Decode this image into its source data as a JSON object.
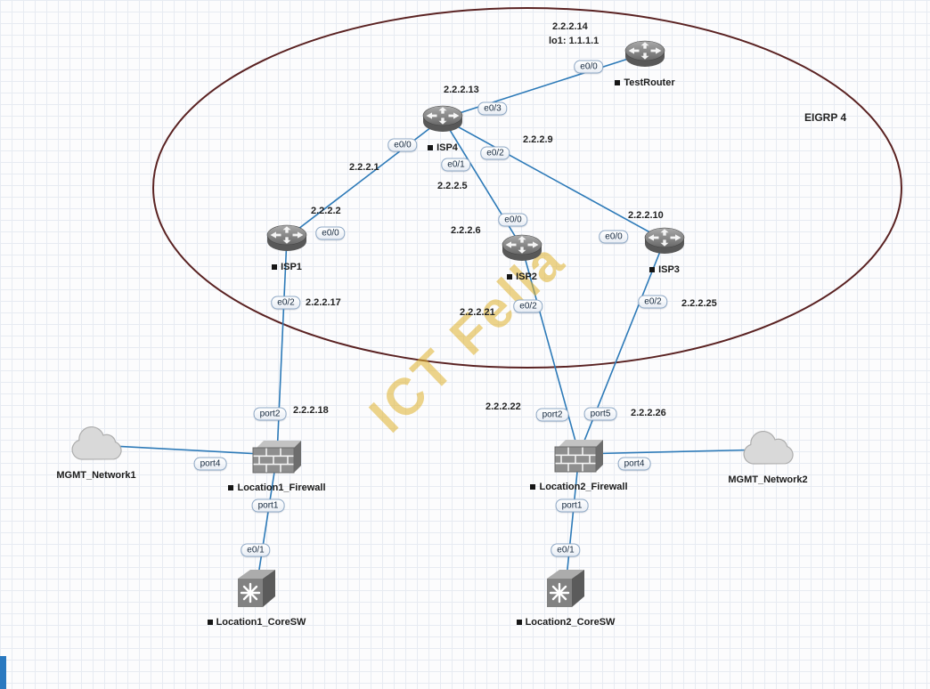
{
  "watermark": {
    "text": "ICT Fella",
    "color": "#dfb22e"
  },
  "zone": {
    "label": "EIGRP 4",
    "ellipse_stroke": "#5a2222"
  },
  "colors": {
    "link": "#2d7ab8",
    "grid": "#e7ebf2",
    "port_border": "#8ea8c5",
    "device_label": "#1b1b1b",
    "note_text": "#242424"
  },
  "devices": {
    "testrouter": {
      "name": "TestRouter",
      "type": "router"
    },
    "isp4": {
      "name": "ISP4",
      "type": "router"
    },
    "isp1": {
      "name": "ISP1",
      "type": "router"
    },
    "isp2": {
      "name": "ISP2",
      "type": "router"
    },
    "isp3": {
      "name": "ISP3",
      "type": "router"
    },
    "location1_firewall": {
      "name": "Location1_Firewall",
      "type": "firewall"
    },
    "location2_firewall": {
      "name": "Location2_Firewall",
      "type": "firewall"
    },
    "location1_coresw": {
      "name": "Location1_CoreSW",
      "type": "switch"
    },
    "location2_coresw": {
      "name": "Location2_CoreSW",
      "type": "switch"
    },
    "mgmt_network1": {
      "name": "MGMT_Network1",
      "type": "cloud"
    },
    "mgmt_network2": {
      "name": "MGMT_Network2",
      "type": "cloud"
    }
  },
  "interfaces": {
    "testrouter_e0_0": "e0/0",
    "isp4_e0_3": "e0/3",
    "isp4_e0_0": "e0/0",
    "isp4_e0_1": "e0/1",
    "isp4_e0_2": "e0/2",
    "isp1_e0_0": "e0/0",
    "isp1_e0_2": "e0/2",
    "isp2_e0_0": "e0/0",
    "isp2_e0_2": "e0/2",
    "isp3_e0_0": "e0/0",
    "isp3_e0_2": "e0/2",
    "fw1_port2": "port2",
    "fw1_port4": "port4",
    "fw1_port1": "port1",
    "sw1_e0_1": "e0/1",
    "fw2_port2": "port2",
    "fw2_port5": "port5",
    "fw2_port4": "port4",
    "fw2_port1": "port1",
    "sw2_e0_1": "e0/1"
  },
  "subnets": {
    "s_2_2_2_14": "2.2.2.14",
    "lo1": "lo1: 1.1.1.1",
    "s_2_2_2_13": "2.2.2.13",
    "s_2_2_2_9": "2.2.2.9",
    "s_2_2_2_1": "2.2.2.1",
    "s_2_2_2_5": "2.2.2.5",
    "s_2_2_2_2": "2.2.2.2",
    "s_2_2_2_6": "2.2.2.6",
    "s_2_2_2_10": "2.2.2.10",
    "s_2_2_2_17": "2.2.2.17",
    "s_2_2_2_21": "2.2.2.21",
    "s_2_2_2_25": "2.2.2.25",
    "s_2_2_2_18": "2.2.2.18",
    "s_2_2_2_22": "2.2.2.22",
    "s_2_2_2_26": "2.2.2.26"
  }
}
